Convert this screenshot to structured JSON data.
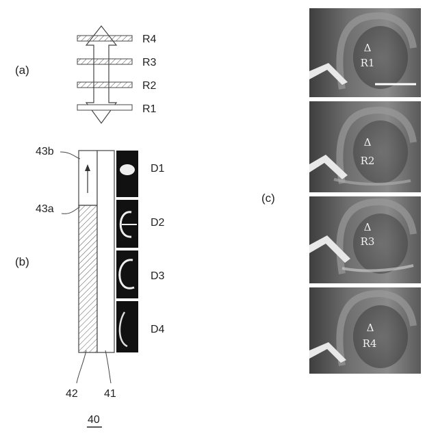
{
  "panel_labels": {
    "a": "(a)",
    "b": "(b)",
    "c": "(c)"
  },
  "panel_a": {
    "positions": [
      "R4",
      "R3",
      "R2",
      "R1"
    ]
  },
  "panel_b": {
    "boundary_top": "43b",
    "boundary_mid": "43a",
    "detectors": [
      "D1",
      "D2",
      "D3",
      "D4"
    ],
    "part_left": "42",
    "part_right": "41",
    "assembly": "40"
  },
  "panel_c": {
    "frames": [
      {
        "marker": "Δ",
        "label": "R1"
      },
      {
        "marker": "Δ",
        "label": "R2"
      },
      {
        "marker": "Δ",
        "label": "R3"
      },
      {
        "marker": "Δ",
        "label": "R4"
      }
    ]
  }
}
